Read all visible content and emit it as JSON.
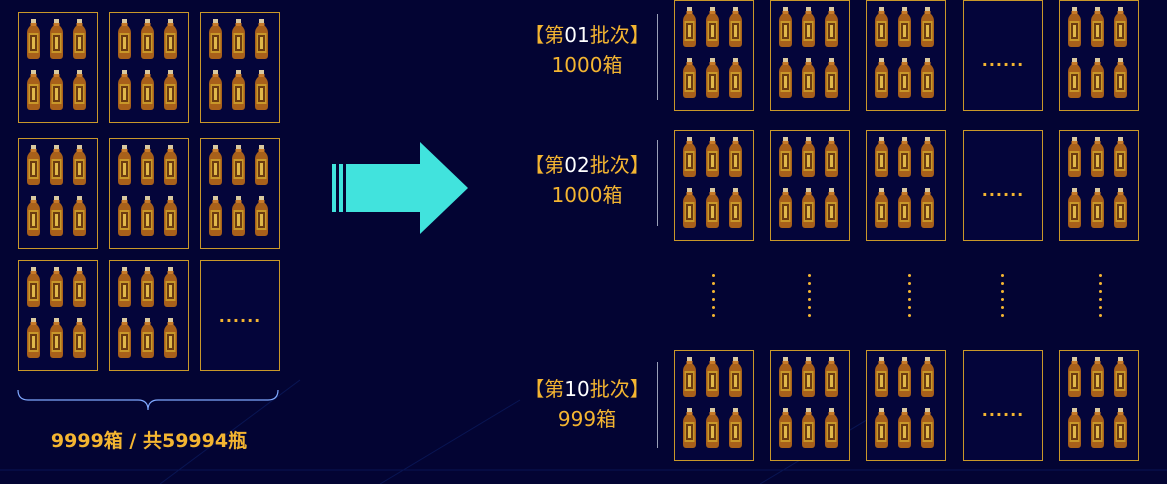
{
  "left_panel": {
    "total_label": "9999箱 / 共59994瓶",
    "ellipsis": "......"
  },
  "batches": [
    {
      "bracket_open": "【",
      "name_prefix": "第",
      "number": "01",
      "name_suffix": "批次",
      "bracket_close": "】",
      "count": "1000箱"
    },
    {
      "bracket_open": "【",
      "name_prefix": "第",
      "number": "02",
      "name_suffix": "批次",
      "bracket_close": "】",
      "count": "1000箱"
    },
    {
      "bracket_open": "【",
      "name_prefix": "第",
      "number": "10",
      "name_suffix": "批次",
      "bracket_close": "】",
      "count": "999箱"
    }
  ],
  "right_panel": {
    "ellipsis": "......"
  },
  "colors": {
    "background": "#030433",
    "accent": "#f4b531",
    "arrow": "#41e3dd",
    "box_border": "#c9982a"
  },
  "icons": {
    "arrow": "right-arrow-icon",
    "bottle": "bottle-icon"
  }
}
